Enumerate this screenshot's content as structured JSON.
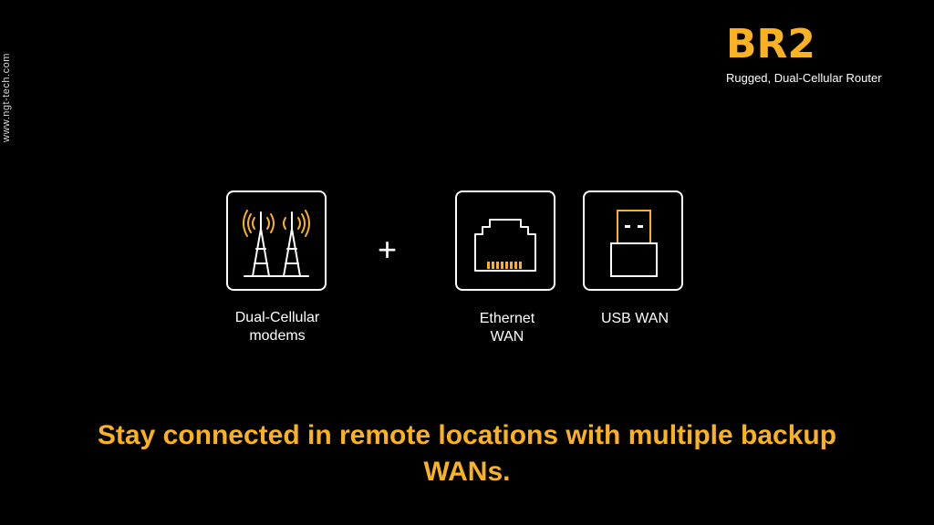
{
  "website": "www.ngt-tech.com",
  "brand": {
    "title": "BR2",
    "subtitle": "Rugged, Dual-Cellular Router"
  },
  "features": {
    "cellular": {
      "label_line1": "Dual-Cellular",
      "label_line2": "modems",
      "icon": "cell-tower-icon"
    },
    "connector": "+",
    "ethernet": {
      "label_line1": "Ethernet",
      "label_line2": "WAN",
      "icon": "ethernet-port-icon"
    },
    "usb": {
      "label": "USB WAN",
      "icon": "usb-plug-icon"
    }
  },
  "headline": {
    "line1": "Stay connected in remote locations with multiple backup",
    "line2": "WANs."
  },
  "colors": {
    "background": "#000000",
    "accent": "#fbb220",
    "text": "#ffffff"
  }
}
